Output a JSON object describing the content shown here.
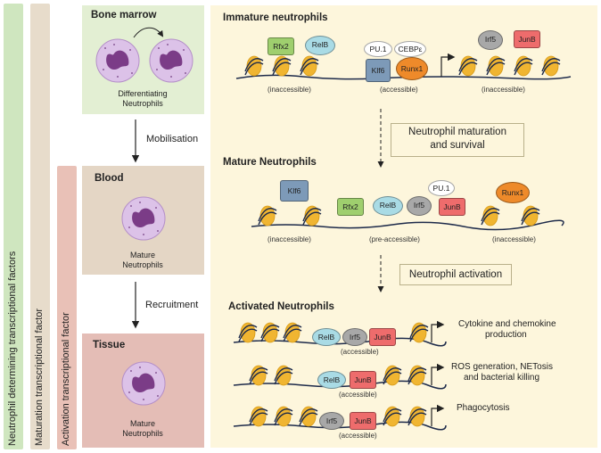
{
  "bars": {
    "determining": "Neutrophil determining transcriptional factors",
    "maturation": "Maturation transcriptional factor",
    "activation": "Activation transcriptional factor"
  },
  "left": {
    "bone_marrow": "Bone marrow",
    "differentiating_line1": "Differentiating",
    "differentiating_line2": "Neutrophils",
    "mobilisation": "Mobilisation",
    "blood": "Blood",
    "mature_line1": "Mature",
    "mature_line2": "Neutrophils",
    "recruitment": "Recruitment",
    "tissue": "Tissue",
    "tissue_mature_line1": "Mature",
    "tissue_mature_line2": "Neutrophils"
  },
  "right": {
    "immature_title": "Immature neutrophils",
    "maturation_box_line1": "Neutrophil maturation",
    "maturation_box_line2": "and survival",
    "mature_title": "Mature Neutrophils",
    "activation_box": "Neutrophil activation",
    "activated_title": "Activated Neutrophils"
  },
  "tfs": {
    "rfx2": "Rfx2",
    "relb": "RelB",
    "pu1": "PU.1",
    "cebpe": "CEBPε",
    "klf6": "Klf6",
    "runx1": "Runx1",
    "irf5": "Irf5",
    "junb": "JunB"
  },
  "access": {
    "inaccessible": "(inaccessible)",
    "accessible": "(accessible)",
    "pre_accessible": "(pre-accessible)"
  },
  "outcomes": {
    "cytokine_line1": "Cytokine and chemokine",
    "cytokine_line2": "production",
    "ros_line1": "ROS generation, NETosis",
    "ros_line2": "and bacterial killing",
    "phago": "Phagocytosis"
  },
  "colors": {
    "bar_green": "#cfe6bf",
    "bar_tan": "#e7dccb",
    "bar_pink": "#e9c1b7",
    "panel_green": "#e3efd3",
    "panel_tan": "#e4d6c5",
    "panel_pink": "#e4bdb6",
    "right_bg": "#fdf6dc",
    "nucleosome": "#f0b531",
    "tf_green": "#9fcf6e",
    "tf_blue": "#a9dbe5",
    "tf_grey": "#a8a8a8",
    "tf_red": "#ee6c6c",
    "tf_orange": "#ee8a2a",
    "tf_steel": "#7d9ab8",
    "cell_fill": "#dcc2e8",
    "cell_nucleus": "#7b3c87"
  }
}
